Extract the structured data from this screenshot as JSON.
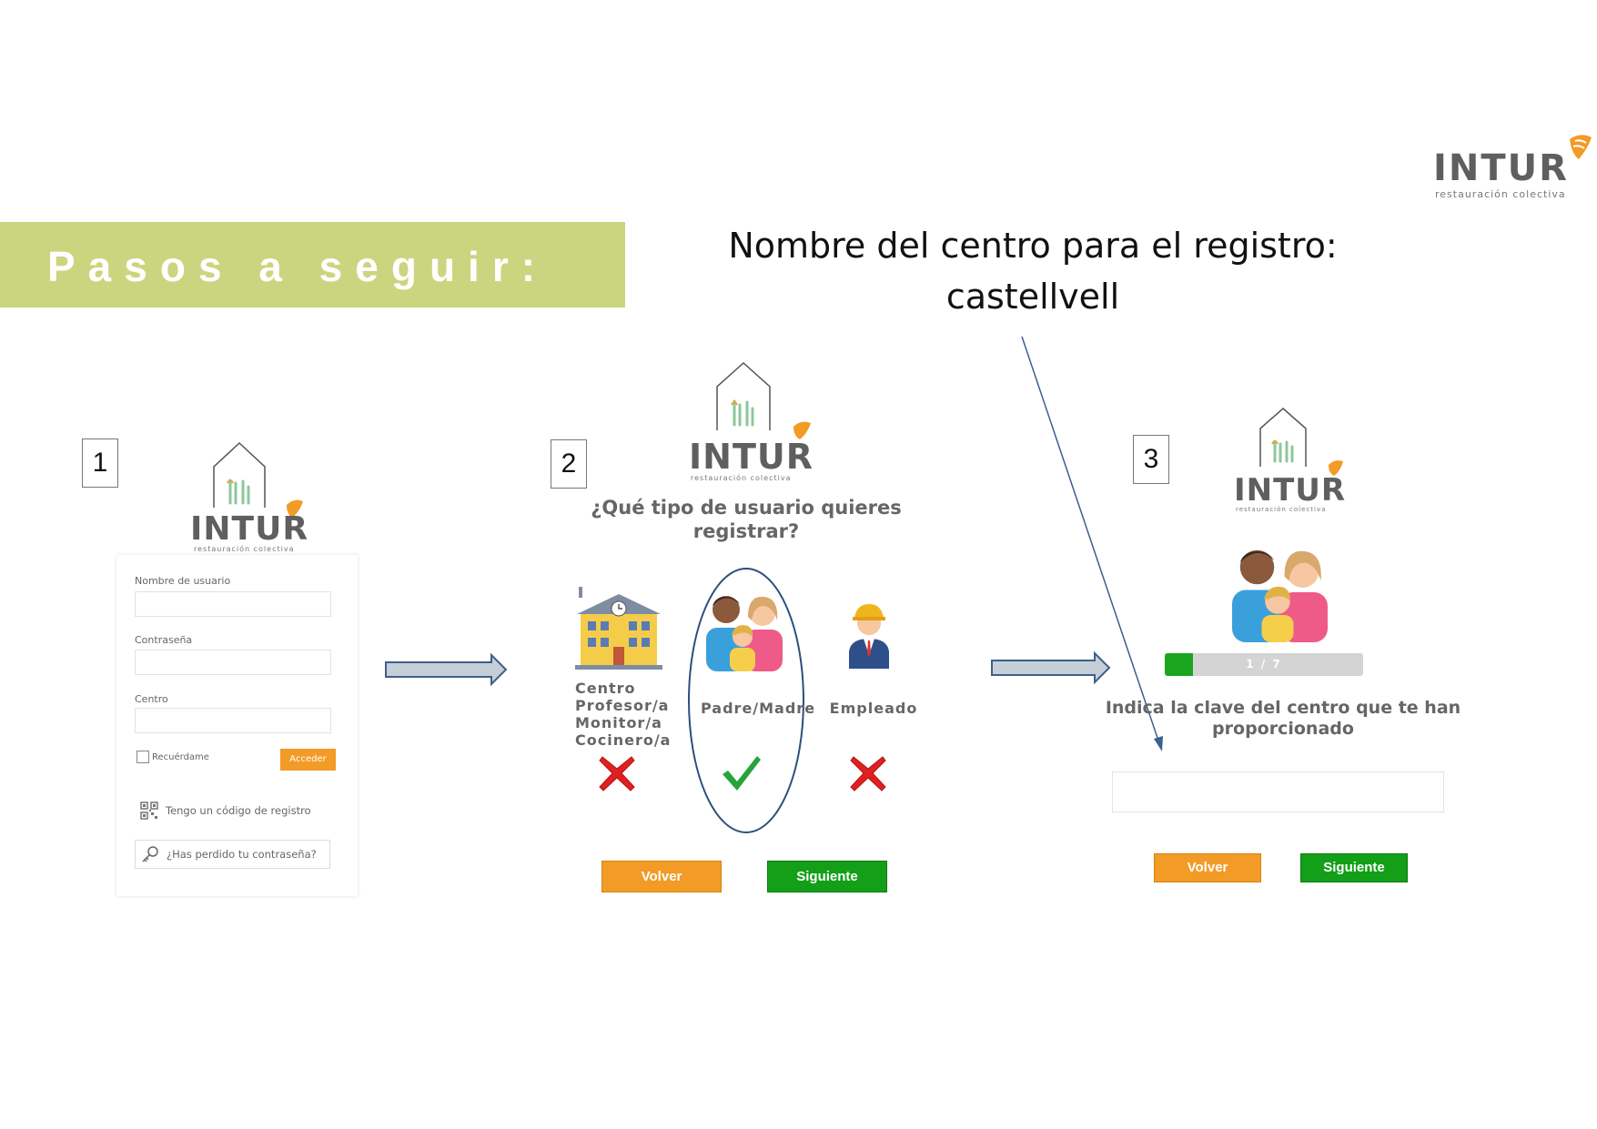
{
  "brand": {
    "name": "INTUR",
    "tagline": "restauración colectiva",
    "accent": "#f29b26",
    "banner_color": "#cbd57f",
    "green": "#139f18"
  },
  "banner": {
    "title": "Pasos a seguir:"
  },
  "heading": {
    "line1": "Nombre del centro para el registro:",
    "line2": "castellvell"
  },
  "steps": [
    {
      "number": "1"
    },
    {
      "number": "2"
    },
    {
      "number": "3"
    }
  ],
  "step1": {
    "username_label": "Nombre de usuario",
    "username_value": "",
    "password_label": "Contraseña",
    "password_value": "",
    "center_label": "Centro",
    "center_value": "",
    "remember_label": "Recuérdame",
    "remember_checked": false,
    "login_button": "Acceder",
    "register_code_link": "Tengo un código de registro",
    "forgot_password_link": "¿Has perdido tu contraseña?",
    "register_code_icon": "qr-code-icon",
    "forgot_password_icon": "key-icon",
    "highlighted": "register_code_link"
  },
  "step2": {
    "question": "¿Qué tipo de usuario quieres registrar?",
    "options": [
      {
        "label_lines": [
          "Centro",
          "Profesor/a",
          "Monitor/a",
          "Cocinero/a"
        ],
        "icon": "school-building-icon",
        "status": "cross-icon",
        "selected": false
      },
      {
        "label_lines": [
          "Padre/Madre"
        ],
        "icon": "family-icon",
        "status": "check-icon",
        "selected": true
      },
      {
        "label_lines": [
          "Empleado"
        ],
        "icon": "worker-icon",
        "status": "cross-icon",
        "selected": false
      }
    ],
    "back_button": "Volver",
    "next_button": "Siguiente"
  },
  "step3": {
    "progress": {
      "current": 1,
      "total": 7,
      "label": "1 / 7",
      "fraction": 0.14
    },
    "instruction": "Indica la clave del centro que te han proporcionado",
    "code_value": "",
    "back_button": "Volver",
    "next_button": "Siguiente"
  }
}
